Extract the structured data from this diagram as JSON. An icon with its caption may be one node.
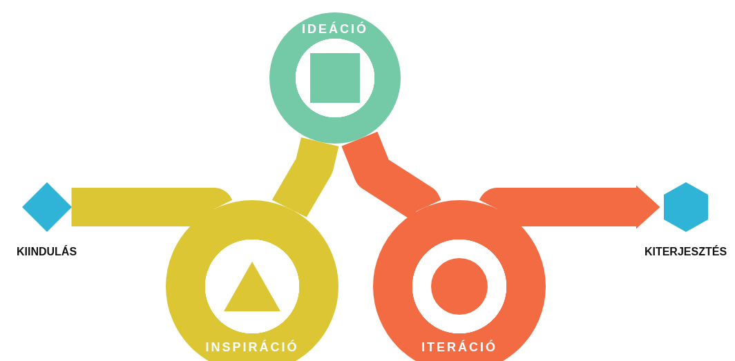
{
  "diagram": {
    "nodes": [
      {
        "text": [
          "KIINDULÁS"
        ]
      },
      {
        "text": [
          "INSPIRÁCIÓ"
        ]
      },
      {
        "text": [
          "IDEÁCIÓ"
        ]
      },
      {
        "text": [
          "ITERÁCIÓ"
        ]
      },
      {
        "text": [
          "KITERJESZTÉS"
        ]
      }
    ],
    "edges": [
      {
        "from": 0,
        "to": 1,
        "arrow": "none",
        "color": "#dcc634"
      },
      {
        "from": 1,
        "to": 2,
        "arrow": "none",
        "color": "#dcc634"
      },
      {
        "from": 2,
        "to": 3,
        "arrow": "none",
        "color": "#f26b43"
      },
      {
        "from": 3,
        "to": 4,
        "arrow": "to",
        "color": "#f26b43"
      }
    ]
  }
}
